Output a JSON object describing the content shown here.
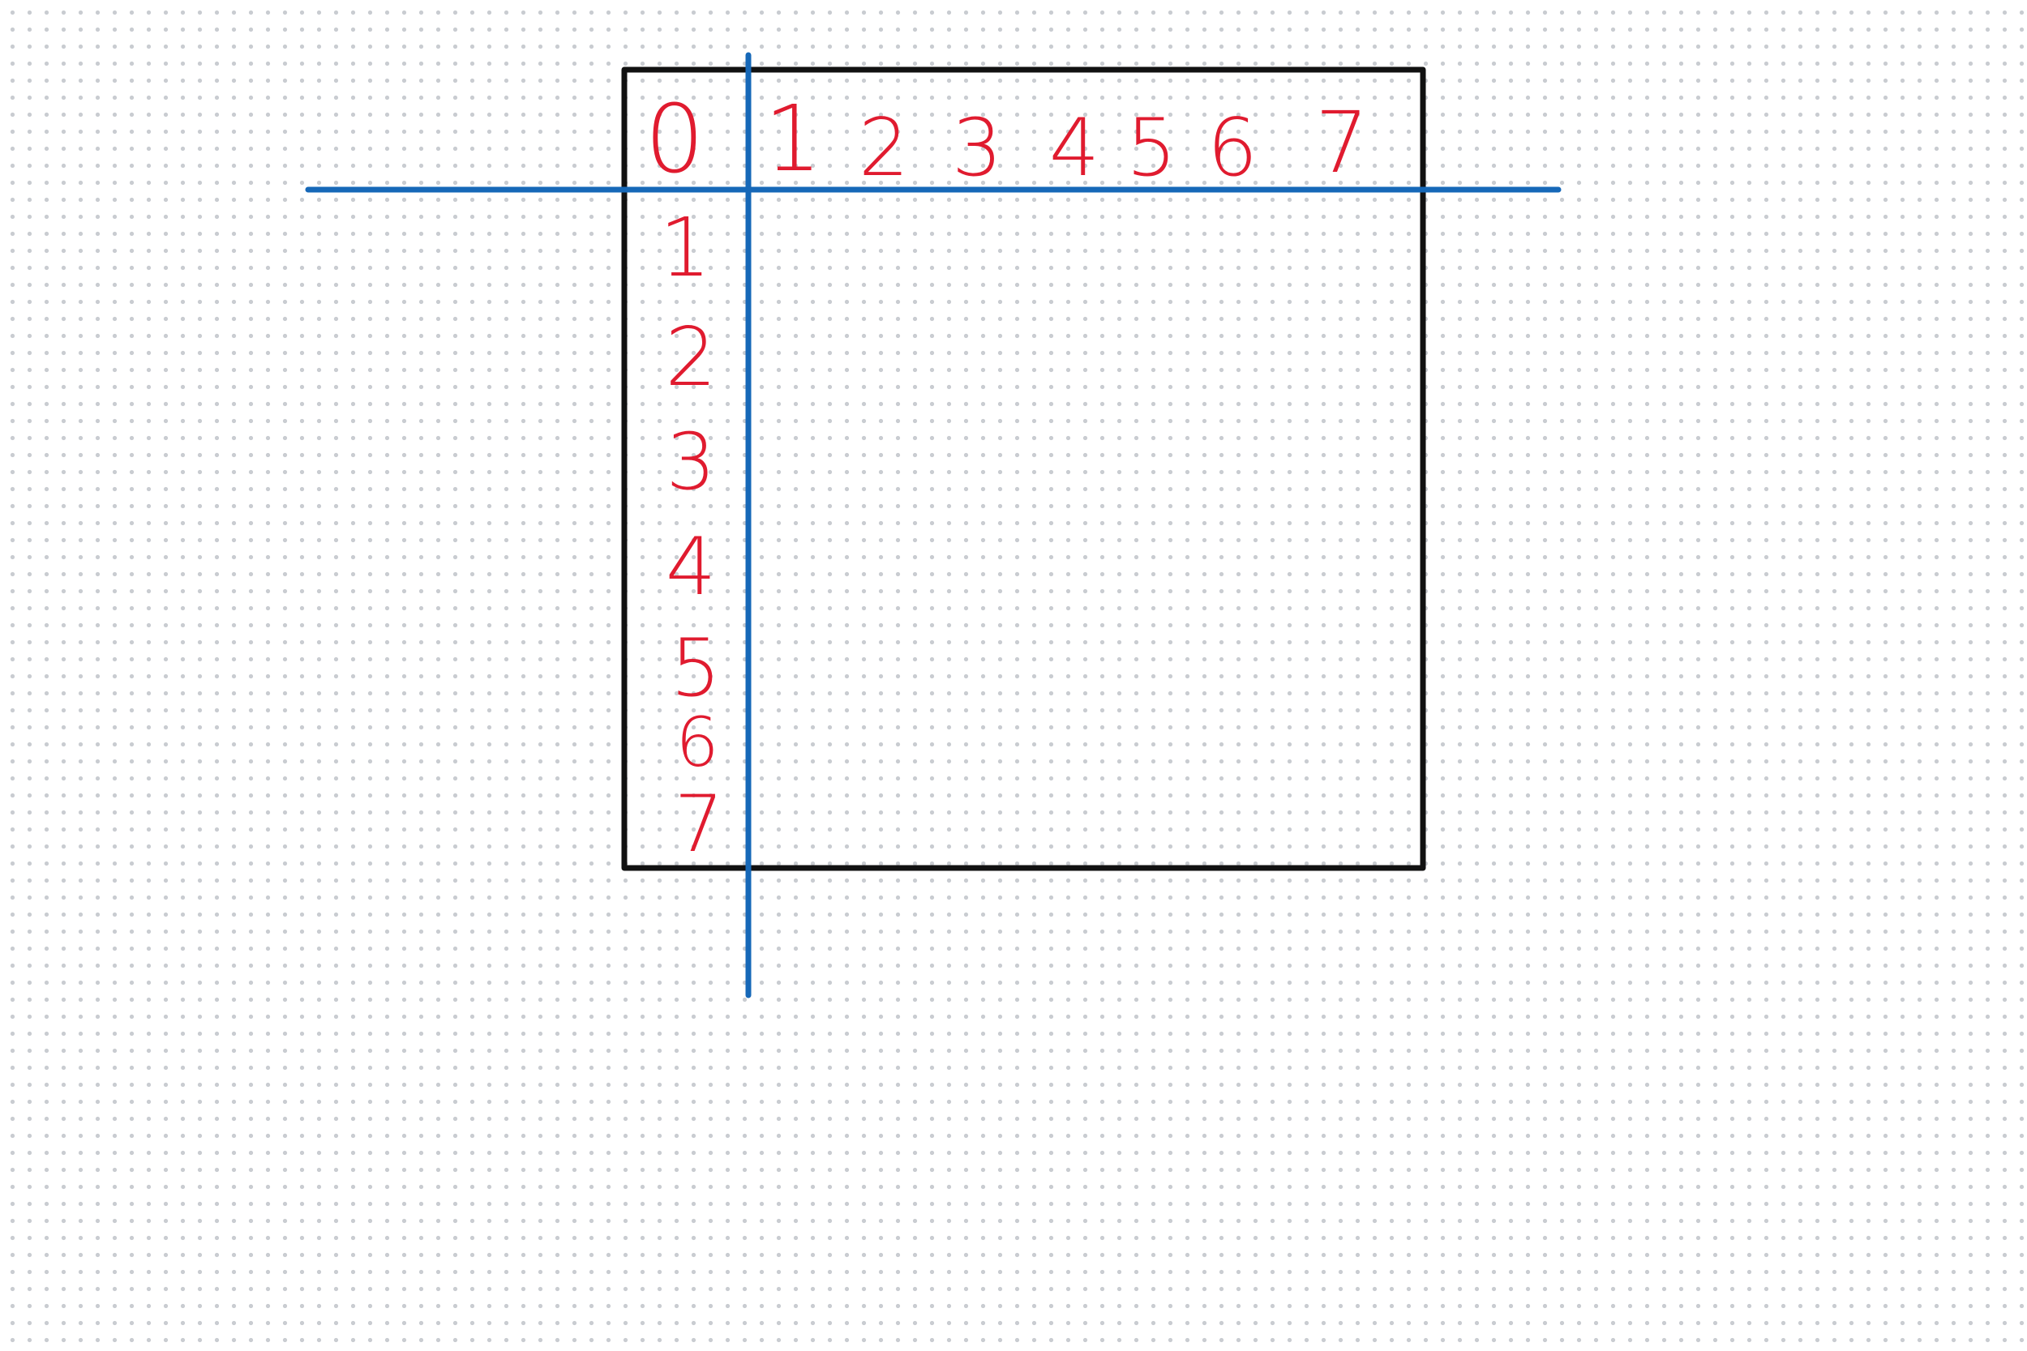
{
  "colors": {
    "background": "#ffffff",
    "grid_dot": "#c9ccd1",
    "box_stroke": "#111111",
    "axis_stroke": "#1668b8",
    "ink": "#e01b2f"
  },
  "origin_label": "0",
  "column_labels": [
    "1",
    "2",
    "3",
    "4",
    "5",
    "6",
    "7"
  ],
  "row_labels": [
    "1",
    "2",
    "3",
    "4",
    "5",
    "6",
    "7"
  ]
}
